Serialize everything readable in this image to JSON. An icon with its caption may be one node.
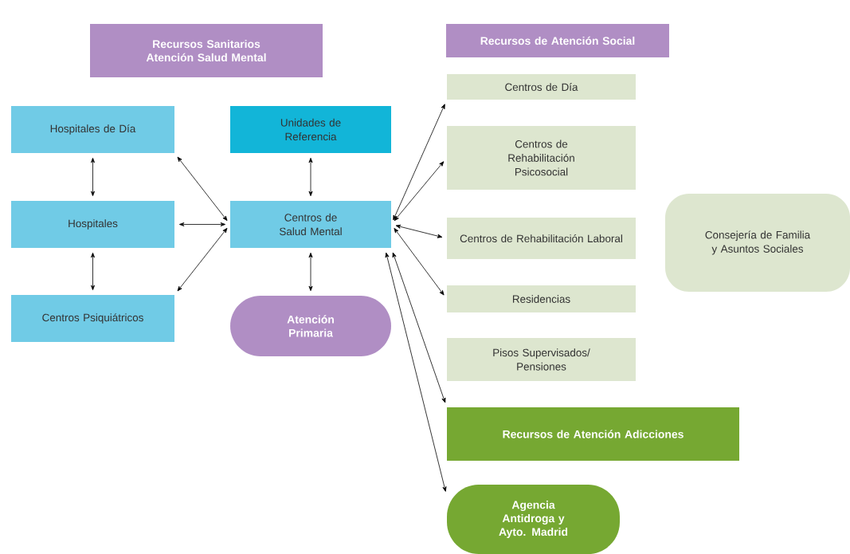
{
  "diagram": {
    "nodes": [
      {
        "text": [
          "Recursos Sanitarios Atención Salud Mental"
        ]
      },
      {
        "text": [
          "Recursos de Atención Social"
        ]
      },
      {
        "text": [
          "Hospitales de Día"
        ]
      },
      {
        "text": [
          "Unidades de Referencia"
        ]
      },
      {
        "text": [
          "Centros de Día"
        ]
      },
      {
        "text": [
          "Centros de Rehabilitación Psicosocial"
        ]
      },
      {
        "text": [
          "Hospitales"
        ]
      },
      {
        "text": [
          "Centros de Salud Mental"
        ]
      },
      {
        "text": [
          "Centros de Rehabilitación Laboral"
        ]
      },
      {
        "text": [
          "Consejería de Familia y Asuntos Sociales"
        ]
      },
      {
        "text": [
          "Residencias"
        ]
      },
      {
        "text": [
          "Centros Psiquiátricos"
        ]
      },
      {
        "text": [
          "Atención Primaria"
        ]
      },
      {
        "text": [
          "Pisos Supervisados/ Pensiones"
        ]
      },
      {
        "text": [
          "Recursos de Atención Adicciones"
        ]
      },
      {
        "text": [
          "Agencia Antidroga y Ayto. Madrid"
        ]
      }
    ],
    "edges": [
      {
        "from": 2,
        "to": 6,
        "arrow": "both"
      },
      {
        "from": 6,
        "to": 11,
        "arrow": "both"
      },
      {
        "from": 2,
        "to": 7,
        "arrow": "both"
      },
      {
        "from": 6,
        "to": 7,
        "arrow": "both"
      },
      {
        "from": 11,
        "to": 7,
        "arrow": "both"
      },
      {
        "from": 3,
        "to": 7,
        "arrow": "both"
      },
      {
        "from": 7,
        "to": 12,
        "arrow": "both"
      },
      {
        "from": 7,
        "to": 4,
        "arrow": "both"
      },
      {
        "from": 7,
        "to": 5,
        "arrow": "both"
      },
      {
        "from": 7,
        "to": 8,
        "arrow": "both"
      },
      {
        "from": 7,
        "to": 10,
        "arrow": "both"
      },
      {
        "from": 7,
        "to": 14,
        "arrow": "both"
      },
      {
        "from": 7,
        "to": 15,
        "arrow": "both"
      }
    ]
  }
}
